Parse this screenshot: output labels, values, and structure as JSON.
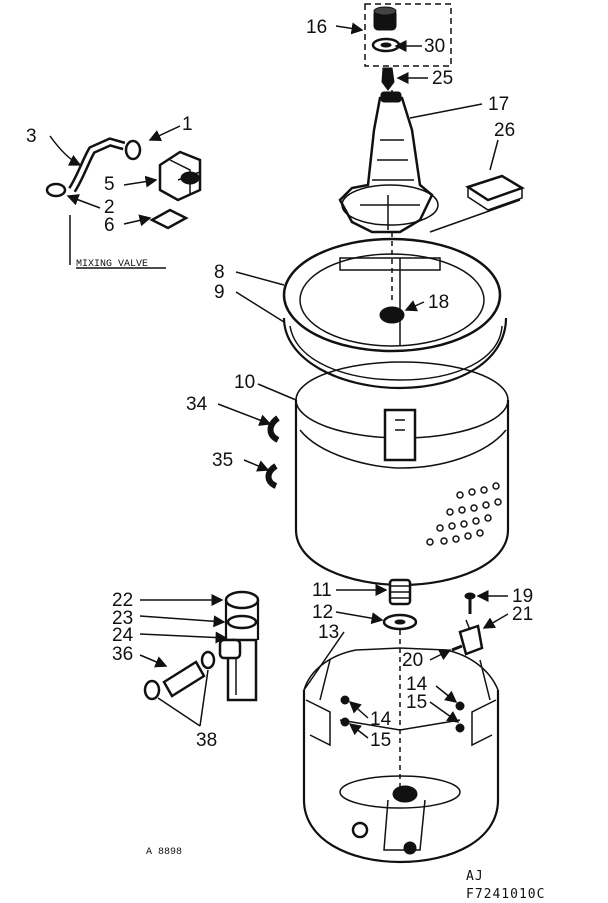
{
  "callouts": {
    "c1": "1",
    "c2": "2",
    "c3": "3",
    "c5": "5",
    "c6": "6",
    "c8": "8",
    "c9": "9",
    "c10": "10",
    "c11": "11",
    "c12": "12",
    "c13": "13",
    "c14a": "14",
    "c14b": "14",
    "c15a": "15",
    "c15b": "15",
    "c16": "16",
    "c17": "17",
    "c18": "18",
    "c19": "19",
    "c20": "20",
    "c21": "21",
    "c22": "22",
    "c23": "23",
    "c24": "24",
    "c25": "25",
    "c26": "26",
    "c30": "30",
    "c34": "34",
    "c35": "35",
    "c36": "36",
    "c38": "38"
  },
  "labels": {
    "mixing_valve": "MIXING VALVE",
    "small_code": "A 8898",
    "ref_line1": "AJ",
    "ref_line2": "F7241010C"
  }
}
